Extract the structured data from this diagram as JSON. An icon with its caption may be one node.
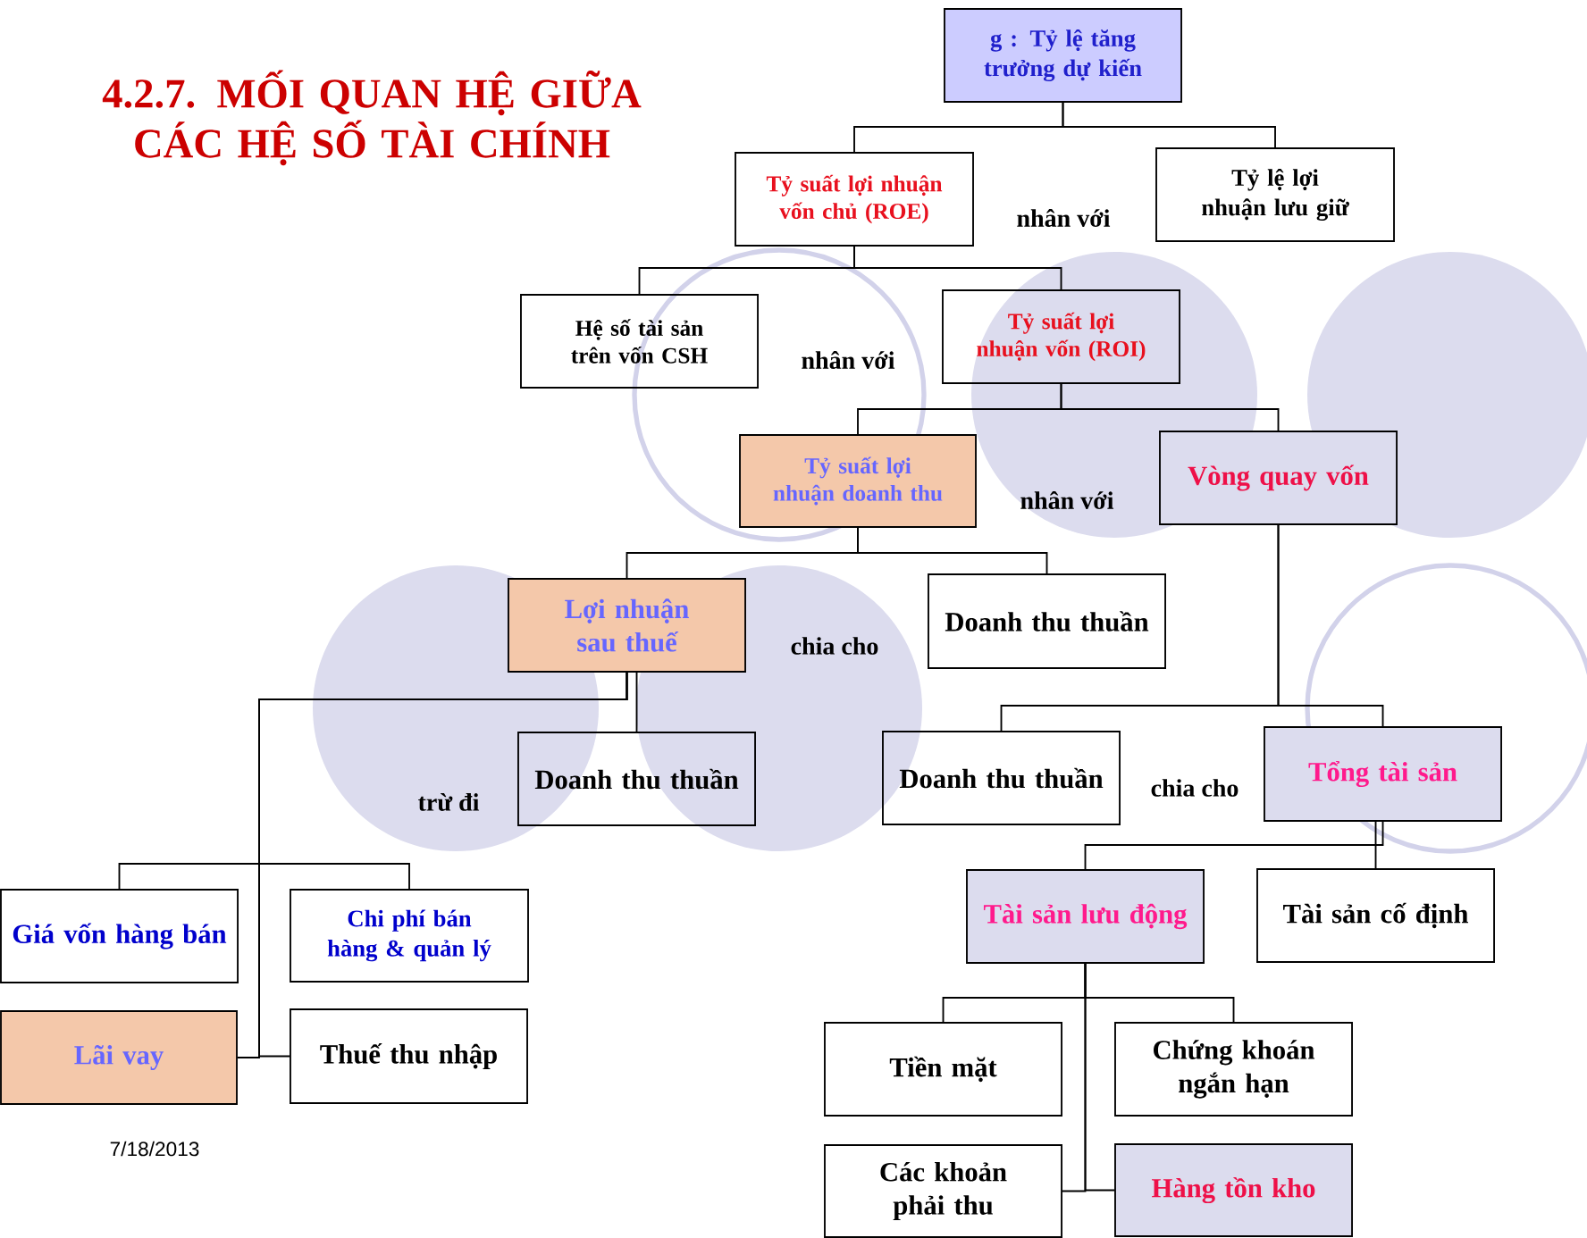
{
  "diagram": {
    "title": "4.2.7. MỐI QUAN HỆ GIỮA CÁC HỆ SỐ TÀI CHÍNH",
    "nodes": [
      {
        "text": [
          "g : Tỷ lệ tăng trưởng dự kiến"
        ]
      },
      {
        "text": [
          "Tỷ suất lợi nhuận vốn chủ (ROE)"
        ]
      },
      {
        "text": [
          "Tỷ lệ lợi nhuận lưu giữ"
        ]
      },
      {
        "text": [
          "Hệ số tài sản trên vốn CSH"
        ]
      },
      {
        "text": [
          "Tỷ suất  lợi nhuận vốn (ROI)"
        ]
      },
      {
        "text": [
          "Tỷ suất lợi nhuận doanh thu"
        ]
      },
      {
        "text": [
          "Vòng quay vốn"
        ]
      },
      {
        "text": [
          "Lợi nhuận sau thuế"
        ]
      },
      {
        "text": [
          "Doanh thu thuần"
        ]
      },
      {
        "text": [
          "Doanh thu thuần"
        ]
      },
      {
        "text": [
          "Doanh thu thuần"
        ]
      },
      {
        "text": [
          "Tổng tài sản"
        ]
      },
      {
        "text": [
          "Giá vốn hàng bán"
        ]
      },
      {
        "text": [
          "Chi phí bán hàng & quản lý"
        ]
      },
      {
        "text": [
          "Lãi vay"
        ]
      },
      {
        "text": [
          "Thuế thu nhập"
        ]
      },
      {
        "text": [
          "Tài sản lưu động"
        ]
      },
      {
        "text": [
          "Tài sản cố định"
        ]
      },
      {
        "text": [
          "Tiền mặt"
        ]
      },
      {
        "text": [
          "Chứng khoán ngắn hạn"
        ]
      },
      {
        "text": [
          "Các khoản phải thu"
        ]
      },
      {
        "text": [
          "Hàng tồn kho"
        ]
      }
    ],
    "edges": [
      {
        "from": 0,
        "to": 1,
        "arrow": "none"
      },
      {
        "from": 0,
        "to": 2,
        "arrow": "none"
      },
      {
        "from": 1,
        "to": 3,
        "arrow": "none"
      },
      {
        "from": 1,
        "to": 4,
        "arrow": "none"
      },
      {
        "from": 4,
        "to": 5,
        "arrow": "none"
      },
      {
        "from": 4,
        "to": 6,
        "arrow": "none"
      },
      {
        "from": 5,
        "to": 7,
        "arrow": "none"
      },
      {
        "from": 5,
        "to": 8,
        "arrow": "none"
      },
      {
        "from": 7,
        "to": 9,
        "arrow": "none"
      },
      {
        "from": 7,
        "to": 12,
        "arrow": "none"
      },
      {
        "from": 7,
        "to": 13,
        "arrow": "none"
      },
      {
        "from": 7,
        "to": 14,
        "arrow": "none"
      },
      {
        "from": 7,
        "to": 15,
        "arrow": "none"
      },
      {
        "from": 6,
        "to": 10,
        "arrow": "none"
      },
      {
        "from": 6,
        "to": 11,
        "arrow": "none"
      },
      {
        "from": 11,
        "to": 16,
        "arrow": "none"
      },
      {
        "from": 11,
        "to": 17,
        "arrow": "none"
      },
      {
        "from": 16,
        "to": 18,
        "arrow": "none"
      },
      {
        "from": 16,
        "to": 19,
        "arrow": "none"
      },
      {
        "from": 16,
        "to": 20,
        "arrow": "none"
      },
      {
        "from": 16,
        "to": 21,
        "arrow": "none"
      }
    ],
    "labels": [
      "nhân với",
      "nhân với",
      "nhân với",
      "chia cho",
      "chia cho",
      "trừ đi",
      "7/18/2013"
    ]
  }
}
